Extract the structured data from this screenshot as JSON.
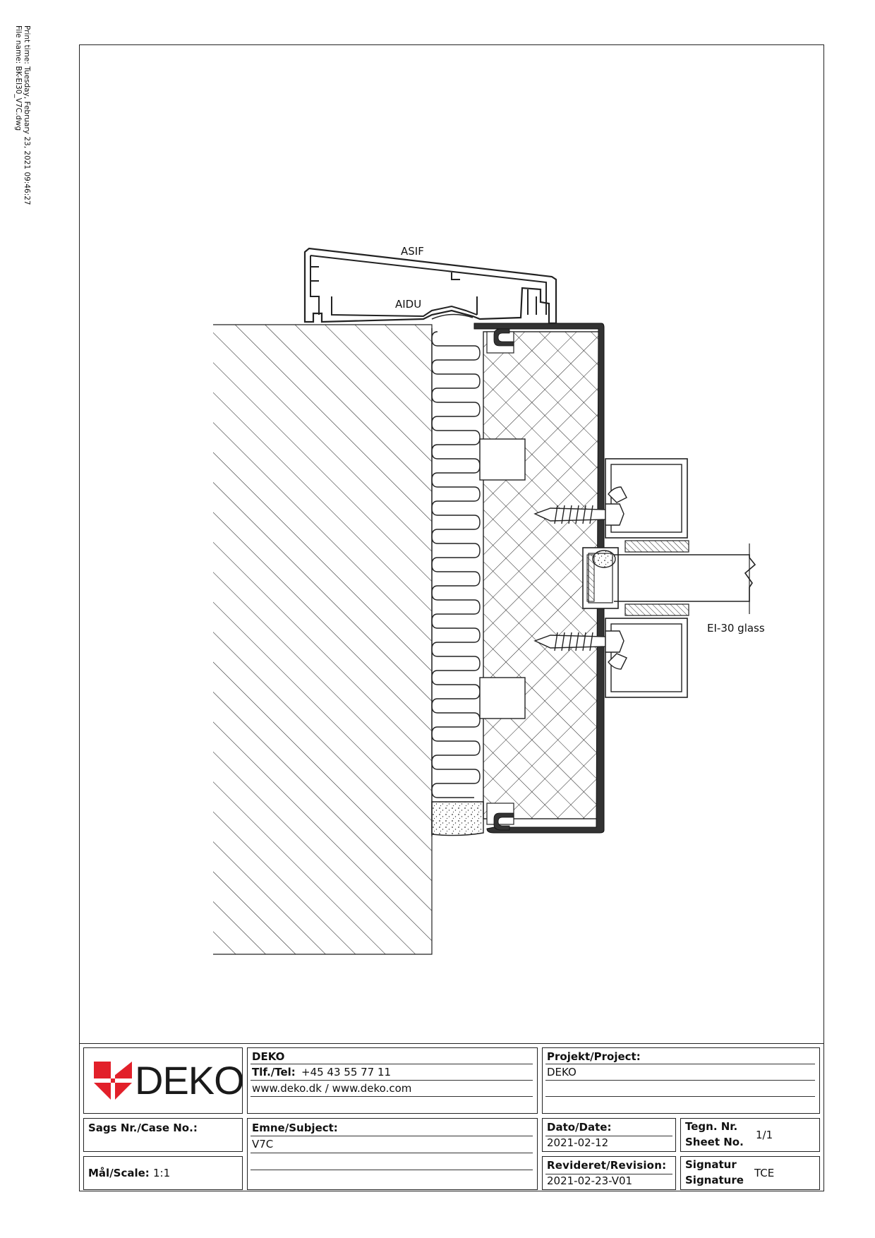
{
  "print_meta": {
    "line1": "Print time: Tuesday, February 23, 2021 09:46:27",
    "line2": "File name: BK-EI30_V7C.dwg"
  },
  "drawing": {
    "label_asif": "ASIF",
    "label_aidu": "AIDU",
    "label_glass": "EI-30 glass"
  },
  "title_block": {
    "logo_text": "DEKO",
    "brand_color": "#e2202a",
    "company": "DEKO",
    "tel_label": "Tlf./Tel:",
    "tel_value": "+45 43 55 77 11",
    "web": "www.deko.dk / www.deko.com",
    "project_label": "Projekt/Project:",
    "project_value": "DEKO",
    "case_label": "Sags Nr./Case No.:",
    "case_value": "",
    "subject_label": "Emne/Subject:",
    "subject_value": "V7C",
    "date_label": "Dato/Date:",
    "date_value": "2021-02-12",
    "sheet_label_1": "Tegn. Nr.",
    "sheet_label_2": "Sheet No.",
    "sheet_value": "1/1",
    "scale_label": "Mål/Scale:",
    "scale_value": "1:1",
    "revision_label": "Revideret/Revision:",
    "revision_value": "2021-02-23-V01",
    "signature_label_1": "Signatur",
    "signature_label_2": "Signature",
    "signature_value": "TCE"
  }
}
